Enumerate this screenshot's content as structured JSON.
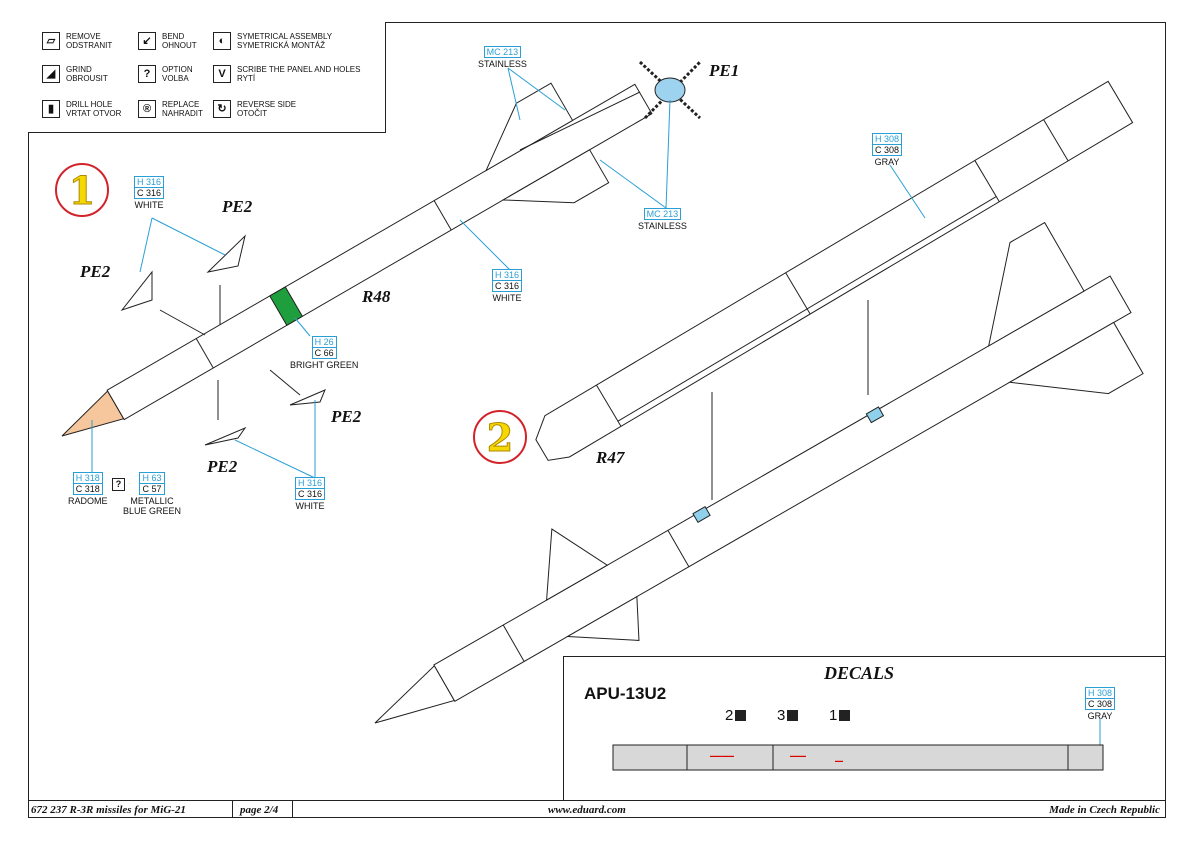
{
  "legend": [
    {
      "icon": "remove-icon",
      "symbol": "▱",
      "en": "REMOVE",
      "cz": "ODSTRANIT"
    },
    {
      "icon": "bend-icon",
      "symbol": "↙",
      "en": "BEND",
      "cz": "OHNOUT"
    },
    {
      "icon": "symmetrical-assembly-icon",
      "symbol": "◐",
      "en": "SYMETRICAL ASSEMBLY",
      "cz": "SYMETRICKÁ MONTÁŽ"
    },
    {
      "icon": "grind-icon",
      "symbol": "◢",
      "en": "GRIND",
      "cz": "OBROUSIT"
    },
    {
      "icon": "option-icon",
      "symbol": "?",
      "en": "OPTION",
      "cz": "VOLBA"
    },
    {
      "icon": "scribe-icon",
      "symbol": "V",
      "en": "SCRIBE THE PANEL AND HOLES",
      "cz": "RYTÍ"
    },
    {
      "icon": "drill-hole-icon",
      "symbol": "▮",
      "en": "DRILL HOLE",
      "cz": "VRTAT OTVOR"
    },
    {
      "icon": "replace-icon",
      "symbol": "®",
      "en": "REPLACE",
      "cz": "NAHRADIT"
    },
    {
      "icon": "reverse-side-icon",
      "symbol": "↻",
      "en": "REVERSE SIDE",
      "cz": "OTOČIT"
    }
  ],
  "steps": [
    "1",
    "2"
  ],
  "parts": {
    "pe1": "PE1",
    "pe2": "PE2",
    "r48": "R48",
    "r47": "R47"
  },
  "colors": {
    "white1": {
      "h": "H 316",
      "c": "C 316",
      "name": "WHITE"
    },
    "white2": {
      "h": "H 316",
      "c": "C 316",
      "name": "WHITE"
    },
    "white3": {
      "h": "H 316",
      "c": "C 316",
      "name": "WHITE"
    },
    "green": {
      "h": "H 26",
      "c": "C 66",
      "name": "BRIGHT GREEN"
    },
    "radome": {
      "h": "H 318",
      "c": "C 318",
      "name": "RADOME"
    },
    "metallic": {
      "h": "H 63",
      "c": "C 57",
      "name": "METALLIC BLUE GREEN"
    },
    "stainless1": {
      "h": "MC 213",
      "name": "STAINLESS"
    },
    "stainless2": {
      "h": "MC 213",
      "name": "STAINLESS"
    },
    "gray1": {
      "h": "H 308",
      "c": "C 308",
      "name": "GRAY"
    },
    "gray2": {
      "h": "H 308",
      "c": "C 308",
      "name": "GRAY"
    }
  },
  "option_mark": "?",
  "decals": {
    "title": "DECALS",
    "subtitle": "APU-13U2",
    "numbers": [
      "2",
      "3",
      "1"
    ]
  },
  "footer": {
    "kit": "672 237  R-3R missiles for MiG-21",
    "page": "page 2/4",
    "url": "www.eduard.com",
    "origin": "Made in Czech Republic"
  },
  "palette": {
    "accent": "#2a9fd6",
    "step_ring": "#d2232a",
    "step_number": "#f5d800",
    "green_band": "#1e9e3c",
    "radome": "#f6c79c",
    "gray": "#d8d8d8"
  }
}
